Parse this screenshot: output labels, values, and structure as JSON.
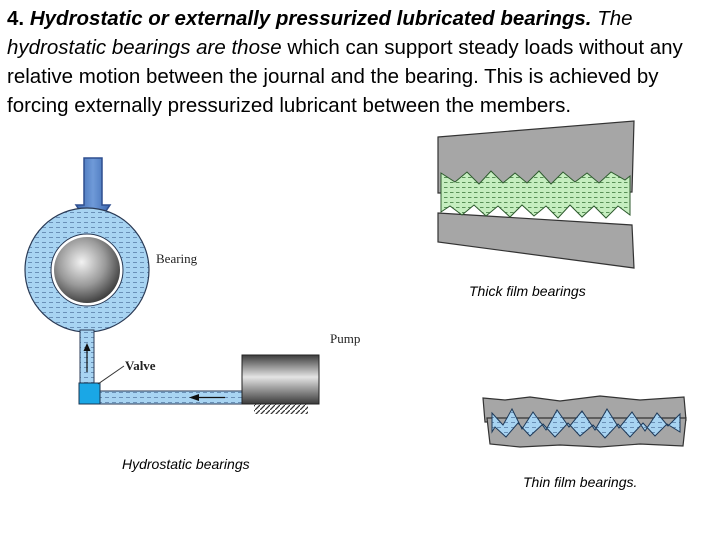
{
  "heading": {
    "number": "4.",
    "bold_italic": "Hydrostatic or externally pressurized lubricated bearings.",
    "italic_lead": "The hydrostatic bearings are those",
    "rest": "which can support steady loads without any relative motion between the journal and the bearing. This is achieved by forcing externally pressurized lubricant between the members."
  },
  "diagram": {
    "label_bearing": "Bearing",
    "label_pump": "Pump",
    "label_valve": "Valve",
    "caption": "Hydrostatic bearings"
  },
  "thick_film": {
    "caption": "Thick film bearings"
  },
  "thin_film": {
    "caption": "Thin film bearings."
  },
  "colors": {
    "fluid_blue": "#a8d4f2",
    "valve_cyan": "#1aa7e6",
    "arrow_blue": "#4a78c0",
    "film_green": "#c6eec0",
    "metal_gray": "#a6a6a6"
  }
}
